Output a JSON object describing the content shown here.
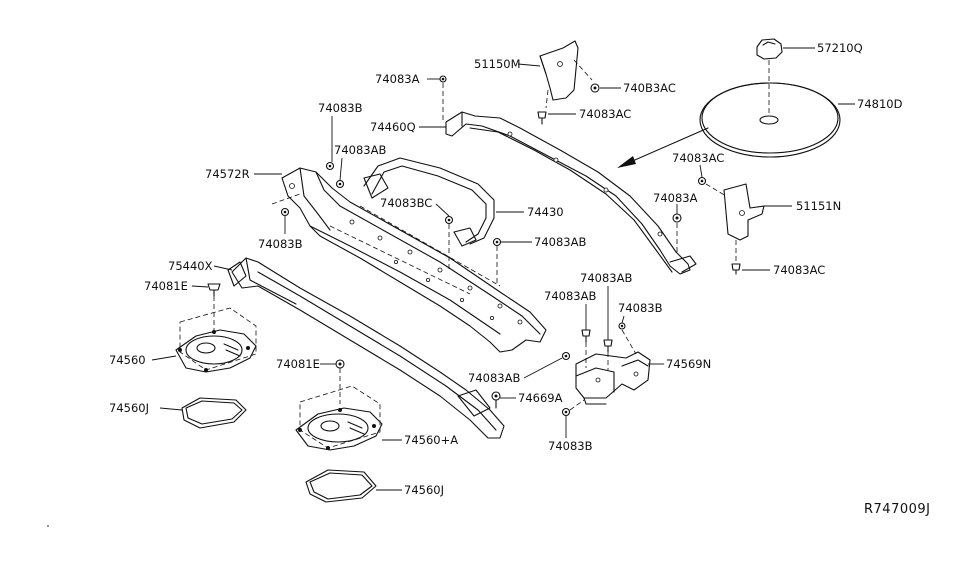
{
  "diagram": {
    "reference_code": "R747009J",
    "labels": [
      {
        "id": "l-57210Q",
        "text": "57210Q"
      },
      {
        "id": "l-74810D",
        "text": "74810D"
      },
      {
        "id": "l-51150M",
        "text": "51150M"
      },
      {
        "id": "l-74083AC-a",
        "text": "740B3AC"
      },
      {
        "id": "l-74083AC-b",
        "text": "74083AC"
      },
      {
        "id": "l-74083A-a",
        "text": "74083A"
      },
      {
        "id": "l-74460Q",
        "text": "74460Q"
      },
      {
        "id": "l-74083B-a",
        "text": "74083B"
      },
      {
        "id": "l-74083AB-a",
        "text": "74083AB"
      },
      {
        "id": "l-74572R",
        "text": "74572R"
      },
      {
        "id": "l-74083AC-c",
        "text": "74083AC"
      },
      {
        "id": "l-74083A-b",
        "text": "74083A"
      },
      {
        "id": "l-51151N",
        "text": "51151N"
      },
      {
        "id": "l-74083BC",
        "text": "74083BC"
      },
      {
        "id": "l-74430",
        "text": "74430"
      },
      {
        "id": "l-74083B-b",
        "text": "74083B"
      },
      {
        "id": "l-74083AB-b",
        "text": "74083AB"
      },
      {
        "id": "l-74083AC-d",
        "text": "74083AC"
      },
      {
        "id": "l-75440X",
        "text": "75440X"
      },
      {
        "id": "l-74081E-a",
        "text": "74081E"
      },
      {
        "id": "l-74083AB-c",
        "text": "74083AB"
      },
      {
        "id": "l-74083AB-d",
        "text": "74083AB"
      },
      {
        "id": "l-74083B-c",
        "text": "74083B"
      },
      {
        "id": "l-74560",
        "text": "74560"
      },
      {
        "id": "l-74569N",
        "text": "74569N"
      },
      {
        "id": "l-74081E-b",
        "text": "74081E"
      },
      {
        "id": "l-74083AB-e",
        "text": "74083AB"
      },
      {
        "id": "l-74560J-a",
        "text": "74560J"
      },
      {
        "id": "l-74669A",
        "text": "74669A"
      },
      {
        "id": "l-74560A",
        "text": "74560+A"
      },
      {
        "id": "l-74083B-d",
        "text": "74083B"
      },
      {
        "id": "l-74560J-b",
        "text": "74560J"
      }
    ]
  }
}
